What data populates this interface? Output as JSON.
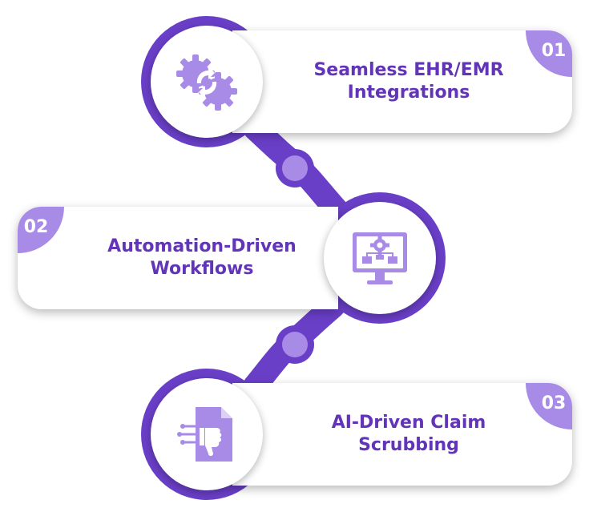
{
  "colors": {
    "ring": "#6A3FC8",
    "accent": "#A88BE6",
    "title": "#6234B8"
  },
  "steps": [
    {
      "number": "01",
      "line1": "Seamless EHR/EMR",
      "line2": "Integrations",
      "icon": "gear-sync-icon"
    },
    {
      "number": "02",
      "line1": "Automation-Driven",
      "line2": "Workflows",
      "icon": "workflow-monitor-icon"
    },
    {
      "number": "03",
      "line1": "AI-Driven Claim",
      "line2": "Scrubbing",
      "icon": "document-scrub-icon"
    }
  ]
}
